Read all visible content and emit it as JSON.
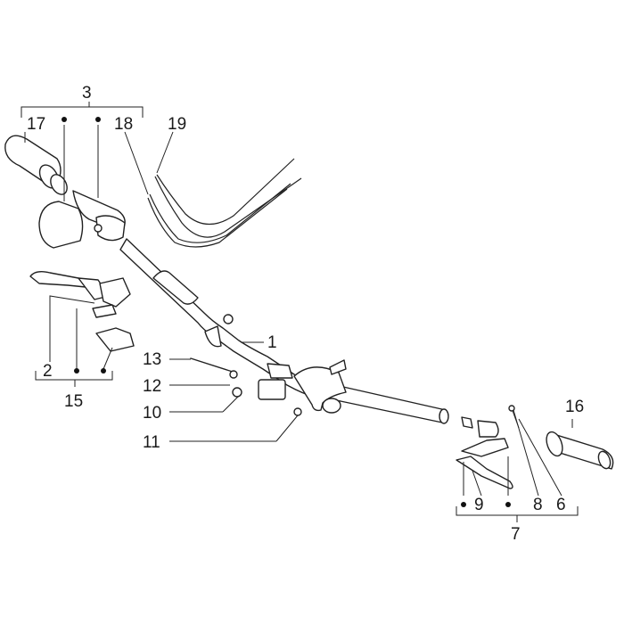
{
  "callouts": {
    "c1": "1",
    "c2": "2",
    "c3": "3",
    "c6": "6",
    "c7": "7",
    "c8": "8",
    "c9": "9",
    "c10": "10",
    "c11": "11",
    "c12": "12",
    "c13": "13",
    "c15": "15",
    "c16": "16",
    "c17": "17",
    "c18": "18",
    "c19": "19"
  },
  "colors": {
    "line": "#222222",
    "background": "#ffffff"
  }
}
